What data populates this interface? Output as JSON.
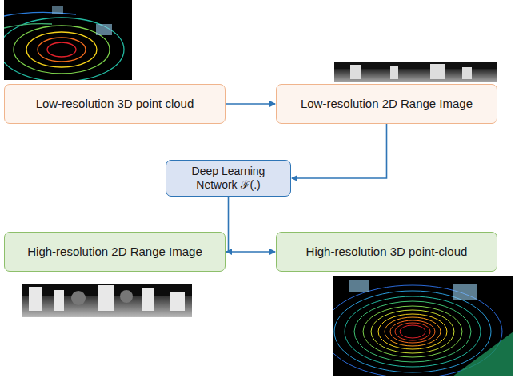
{
  "diagram": {
    "nodes": [
      {
        "text": [
          "Low-resolution 3D point cloud"
        ]
      },
      {
        "text": [
          "Low-resolution 2D Range Image"
        ]
      },
      {
        "text": [
          "Deep Learning Network ℱ(.)"
        ]
      },
      {
        "text": [
          "High-resolution 2D Range Image"
        ]
      },
      {
        "text": [
          "High-resolution 3D point-cloud"
        ]
      }
    ],
    "edges": [
      {
        "from": 0,
        "to": 1,
        "arrow": "to"
      },
      {
        "from": 1,
        "to": 2,
        "arrow": "to"
      },
      {
        "from": 2,
        "to": 3,
        "arrow": "to"
      },
      {
        "from": 3,
        "to": 4,
        "arrow": "to"
      }
    ]
  }
}
